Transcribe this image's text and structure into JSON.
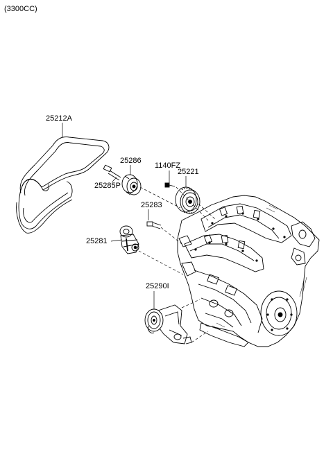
{
  "header": {
    "variant": "(3300CC)"
  },
  "parts": {
    "belt": "25212A",
    "idler_pulley": "25286",
    "idler_bolt": "25285P",
    "pulley_bolt": "1140FZ",
    "pulley": "25221",
    "tensioner_bolt": "25283",
    "tensioner": "25281",
    "tensioner_bracket": "25290I"
  }
}
